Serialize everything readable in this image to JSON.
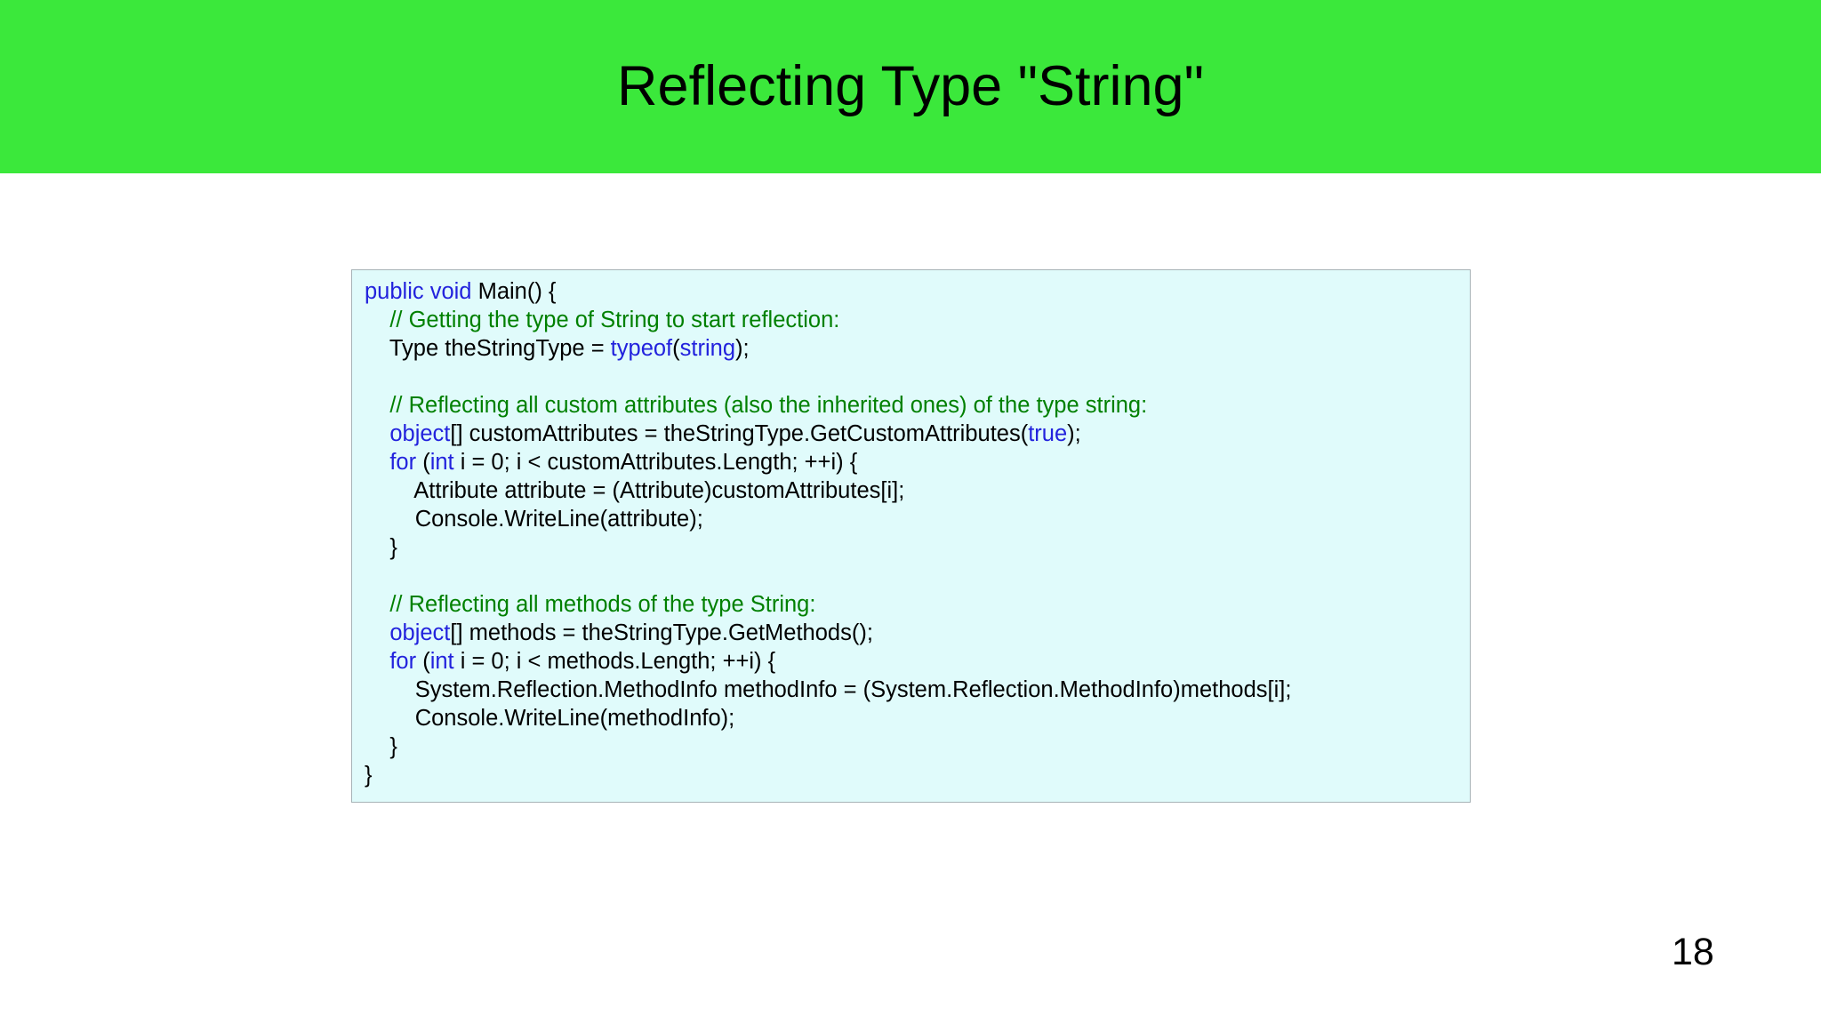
{
  "slide": {
    "title": "Reflecting Type \"String\"",
    "page_number": "18",
    "banner_color": "#3BE83B",
    "background_color": "#FFFFFF"
  },
  "code_block": {
    "background_color": "#E0FBFB",
    "border_color": "#A6B2B6",
    "keyword_color": "#2222DD",
    "comment_color": "#008000",
    "text_color": "#000000",
    "language": "C#",
    "plain_text": "public void Main() {\n    // Getting the type of String to start reflection:\n    Type theStringType = typeof(string);\n\n    // Reflecting all custom attributes (also the inherited ones) of the type string:\n    object[] customAttributes = theStringType.GetCustomAttributes(true);\n    for (int i = 0; i < customAttributes.Length; ++i) {\n        Attribute attribute = (Attribute)customAttributes[i];\n        Console.WriteLine(attribute);\n    }\n\n    // Reflecting all methods of the type String:\n    object[] methods = theStringType.GetMethods();\n    for (int i = 0; i < methods.Length; ++i) {\n        System.Reflection.MethodInfo methodInfo = (System.Reflection.MethodInfo)methods[i];\n        Console.WriteLine(methodInfo);\n    }\n}",
    "lines": [
      {
        "indent": 0,
        "tokens": [
          {
            "t": "public void",
            "c": "kw"
          },
          {
            "t": " Main() {",
            "c": "txt"
          }
        ]
      },
      {
        "indent": 1,
        "tokens": [
          {
            "t": "// Getting the type of String to start reflection:",
            "c": "cmt"
          }
        ]
      },
      {
        "indent": 1,
        "tokens": [
          {
            "t": "Type theStringType = ",
            "c": "txt"
          },
          {
            "t": "typeof",
            "c": "kw"
          },
          {
            "t": "(",
            "c": "txt"
          },
          {
            "t": "string",
            "c": "kw"
          },
          {
            "t": ");",
            "c": "txt"
          }
        ]
      },
      {
        "indent": 0,
        "tokens": [],
        "blank": true
      },
      {
        "indent": 1,
        "tokens": [
          {
            "t": "// Reflecting all custom attributes (also the inherited ones) of the type string:",
            "c": "cmt"
          }
        ]
      },
      {
        "indent": 1,
        "tokens": [
          {
            "t": "object",
            "c": "kw"
          },
          {
            "t": "[] customAttributes = theStringType.GetCustomAttributes(",
            "c": "txt"
          },
          {
            "t": "true",
            "c": "kw"
          },
          {
            "t": ");",
            "c": "txt"
          }
        ]
      },
      {
        "indent": 1,
        "tokens": [
          {
            "t": "for",
            "c": "kw"
          },
          {
            "t": " (",
            "c": "txt"
          },
          {
            "t": "int",
            "c": "kw"
          },
          {
            "t": " i = 0; i < customAttributes.Length; ++i) {",
            "c": "txt"
          }
        ]
      },
      {
        "indent": 2,
        "tokens": [
          {
            "t": "Attribute attribute = (Attribute)customAttributes[i];",
            "c": "txt"
          }
        ]
      },
      {
        "indent": 2,
        "tokens": [
          {
            "t": "Console.WriteLine(attribute);",
            "c": "txt"
          }
        ]
      },
      {
        "indent": 1,
        "tokens": [
          {
            "t": "}",
            "c": "txt"
          }
        ]
      },
      {
        "indent": 0,
        "tokens": [],
        "blank": true
      },
      {
        "indent": 1,
        "tokens": [
          {
            "t": "// Reflecting all methods of the type String:",
            "c": "cmt"
          }
        ]
      },
      {
        "indent": 1,
        "tokens": [
          {
            "t": "object",
            "c": "kw"
          },
          {
            "t": "[] methods = theStringType.GetMethods();",
            "c": "txt"
          }
        ]
      },
      {
        "indent": 1,
        "tokens": [
          {
            "t": "for",
            "c": "kw"
          },
          {
            "t": " (",
            "c": "txt"
          },
          {
            "t": "int",
            "c": "kw"
          },
          {
            "t": " i = 0; i < methods.Length; ++i) {",
            "c": "txt"
          }
        ]
      },
      {
        "indent": 2,
        "tokens": [
          {
            "t": "System.Reflection.MethodInfo methodInfo = (System.Reflection.MethodInfo)methods[i];",
            "c": "txt"
          }
        ]
      },
      {
        "indent": 2,
        "tokens": [
          {
            "t": "Console.WriteLine(methodInfo);",
            "c": "txt"
          }
        ]
      },
      {
        "indent": 1,
        "tokens": [
          {
            "t": "}",
            "c": "txt"
          }
        ]
      },
      {
        "indent": 0,
        "tokens": [
          {
            "t": "}",
            "c": "txt"
          }
        ]
      }
    ]
  }
}
